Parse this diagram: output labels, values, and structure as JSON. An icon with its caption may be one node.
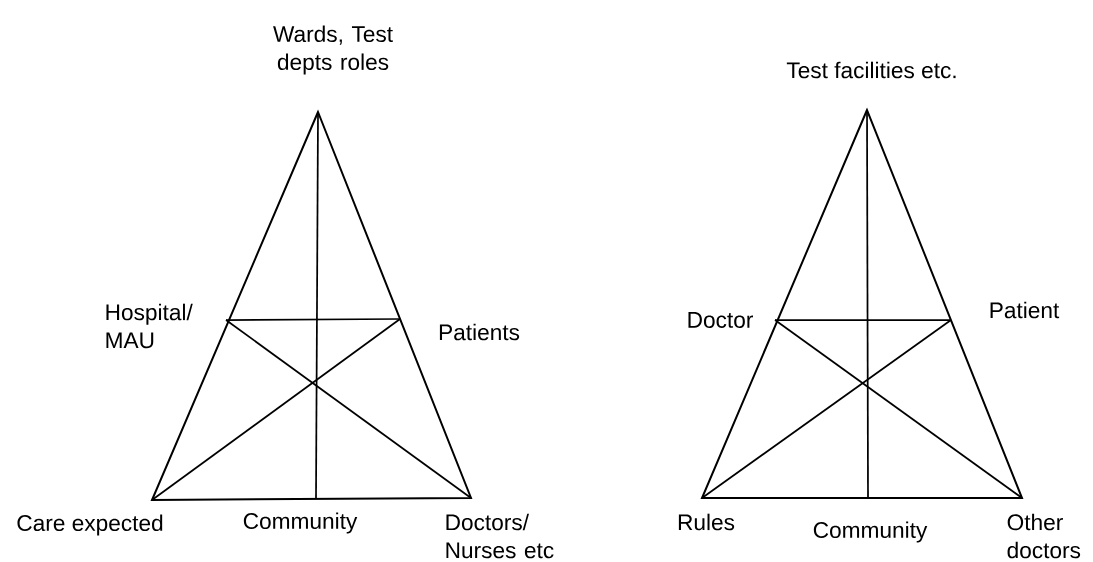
{
  "diagram": {
    "labels": [
      "Wards, Test depts roles",
      "Test facilities etc.",
      "Hospital/ MAU",
      "Patients",
      "Doctor",
      "Patient",
      "Care expected",
      "Community",
      "Doctors/ Nurses etc",
      "Rules",
      "Community",
      "Other doctors"
    ]
  }
}
